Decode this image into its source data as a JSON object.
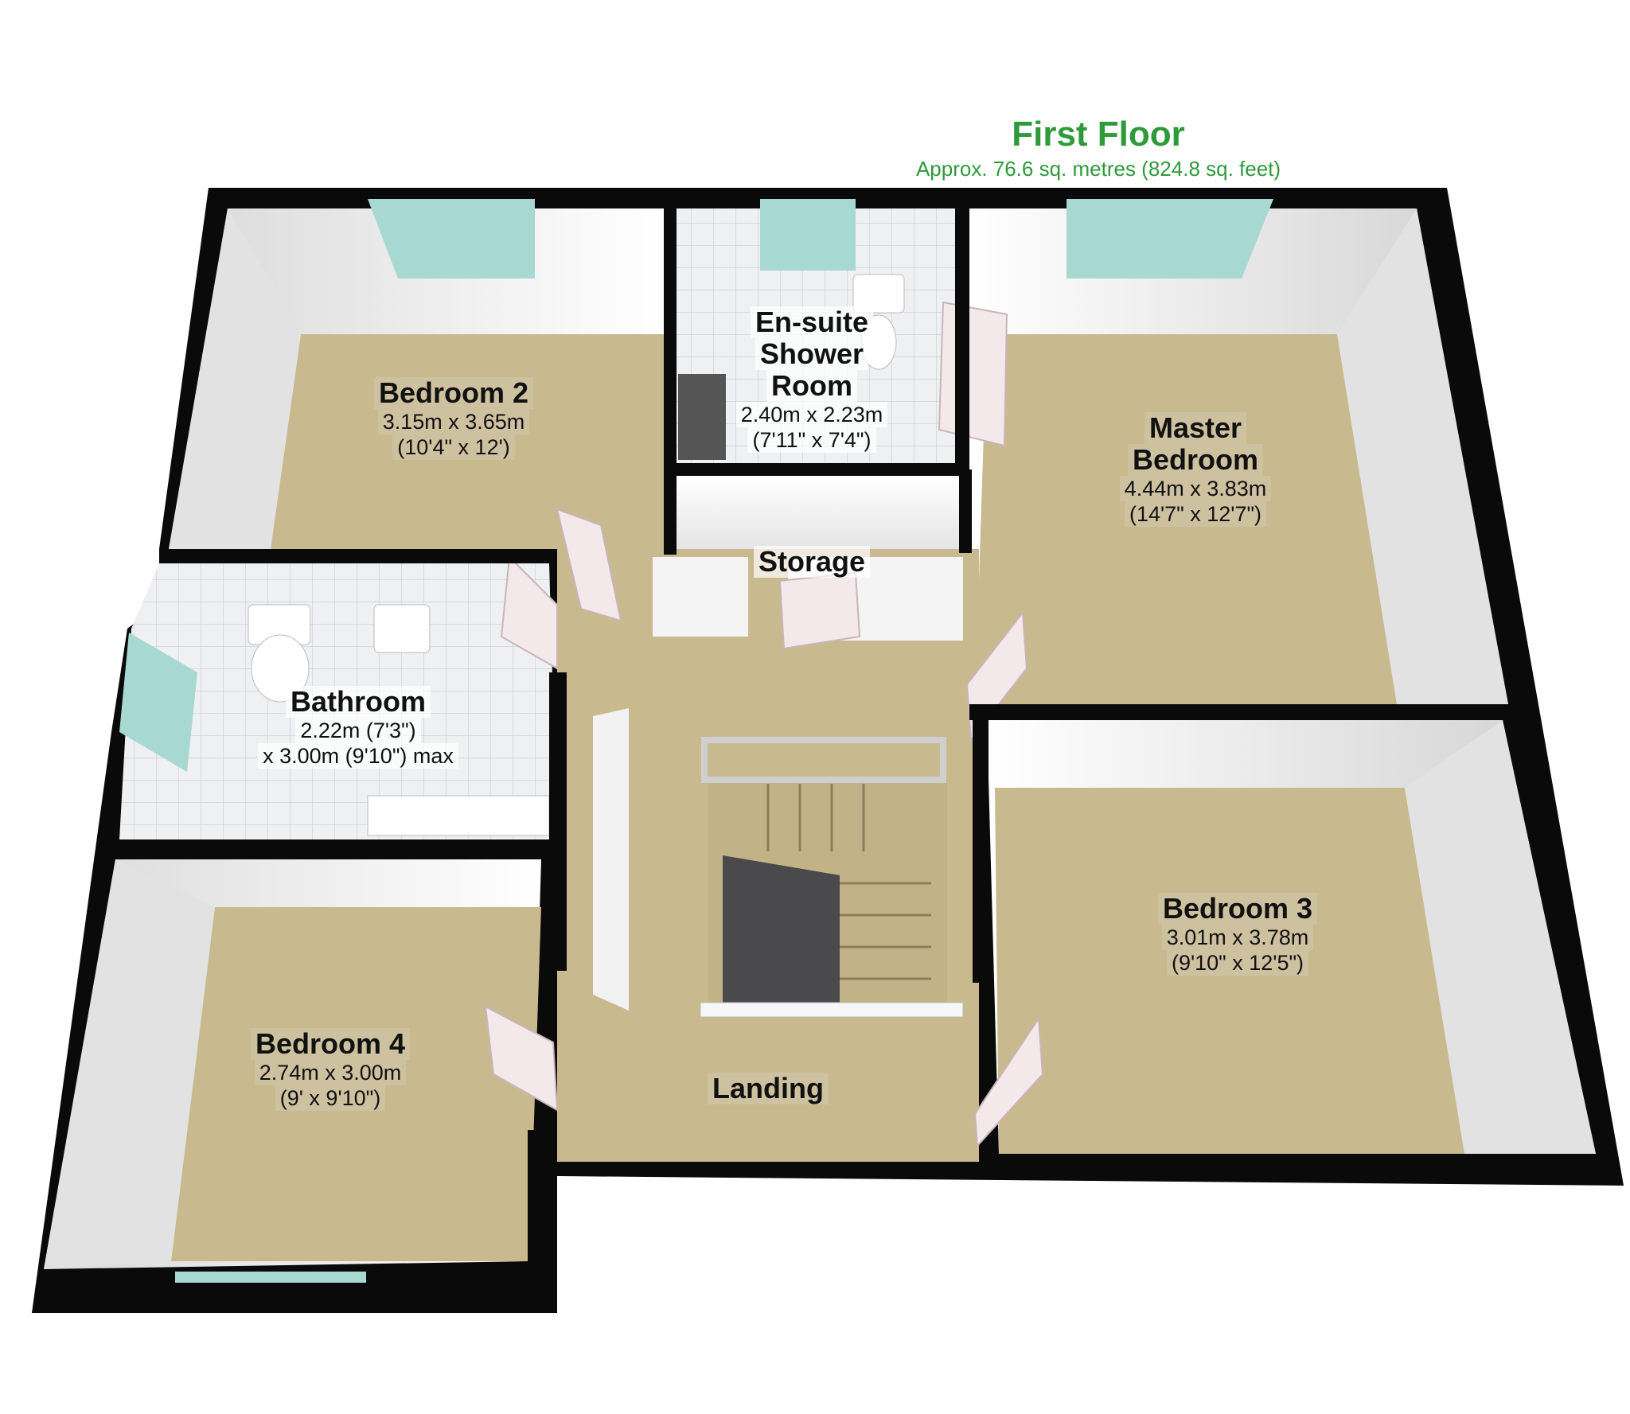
{
  "floor": {
    "title": "First Floor",
    "area": "Approx. 76.6 sq. metres (824.8 sq. feet)"
  },
  "rooms": {
    "bedroom2": {
      "name": "Bedroom 2",
      "dim1": "3.15m x 3.65m",
      "dim2": "(10'4\" x 12')"
    },
    "ensuite": {
      "name1": "En-suite",
      "name2": "Shower",
      "name3": "Room",
      "dim1": "2.40m x 2.23m",
      "dim2": "(7'11\" x 7'4\")"
    },
    "master": {
      "name1": "Master",
      "name2": "Bedroom",
      "dim1": "4.44m x 3.83m",
      "dim2": "(14'7\" x 12'7\")"
    },
    "storage": {
      "name": "Storage"
    },
    "bathroom": {
      "name": "Bathroom",
      "dim1": "2.22m (7'3\")",
      "dim2": "x 3.00m (9'10\") max"
    },
    "bedroom3": {
      "name": "Bedroom 3",
      "dim1": "3.01m x 3.78m",
      "dim2": "(9'10\" x 12'5\")"
    },
    "bedroom4": {
      "name": "Bedroom 4",
      "dim1": "2.74m x 3.00m",
      "dim2": "(9' x 9'10\")"
    },
    "landing": {
      "name": "Landing"
    }
  },
  "colors": {
    "wall": "#0a0a0a",
    "carpet": "#c9b98e",
    "inner_wall": "#f2f2f2",
    "tile": "#e9ecef",
    "window": "#a8d8d2",
    "title_green": "#2f9a3a"
  }
}
